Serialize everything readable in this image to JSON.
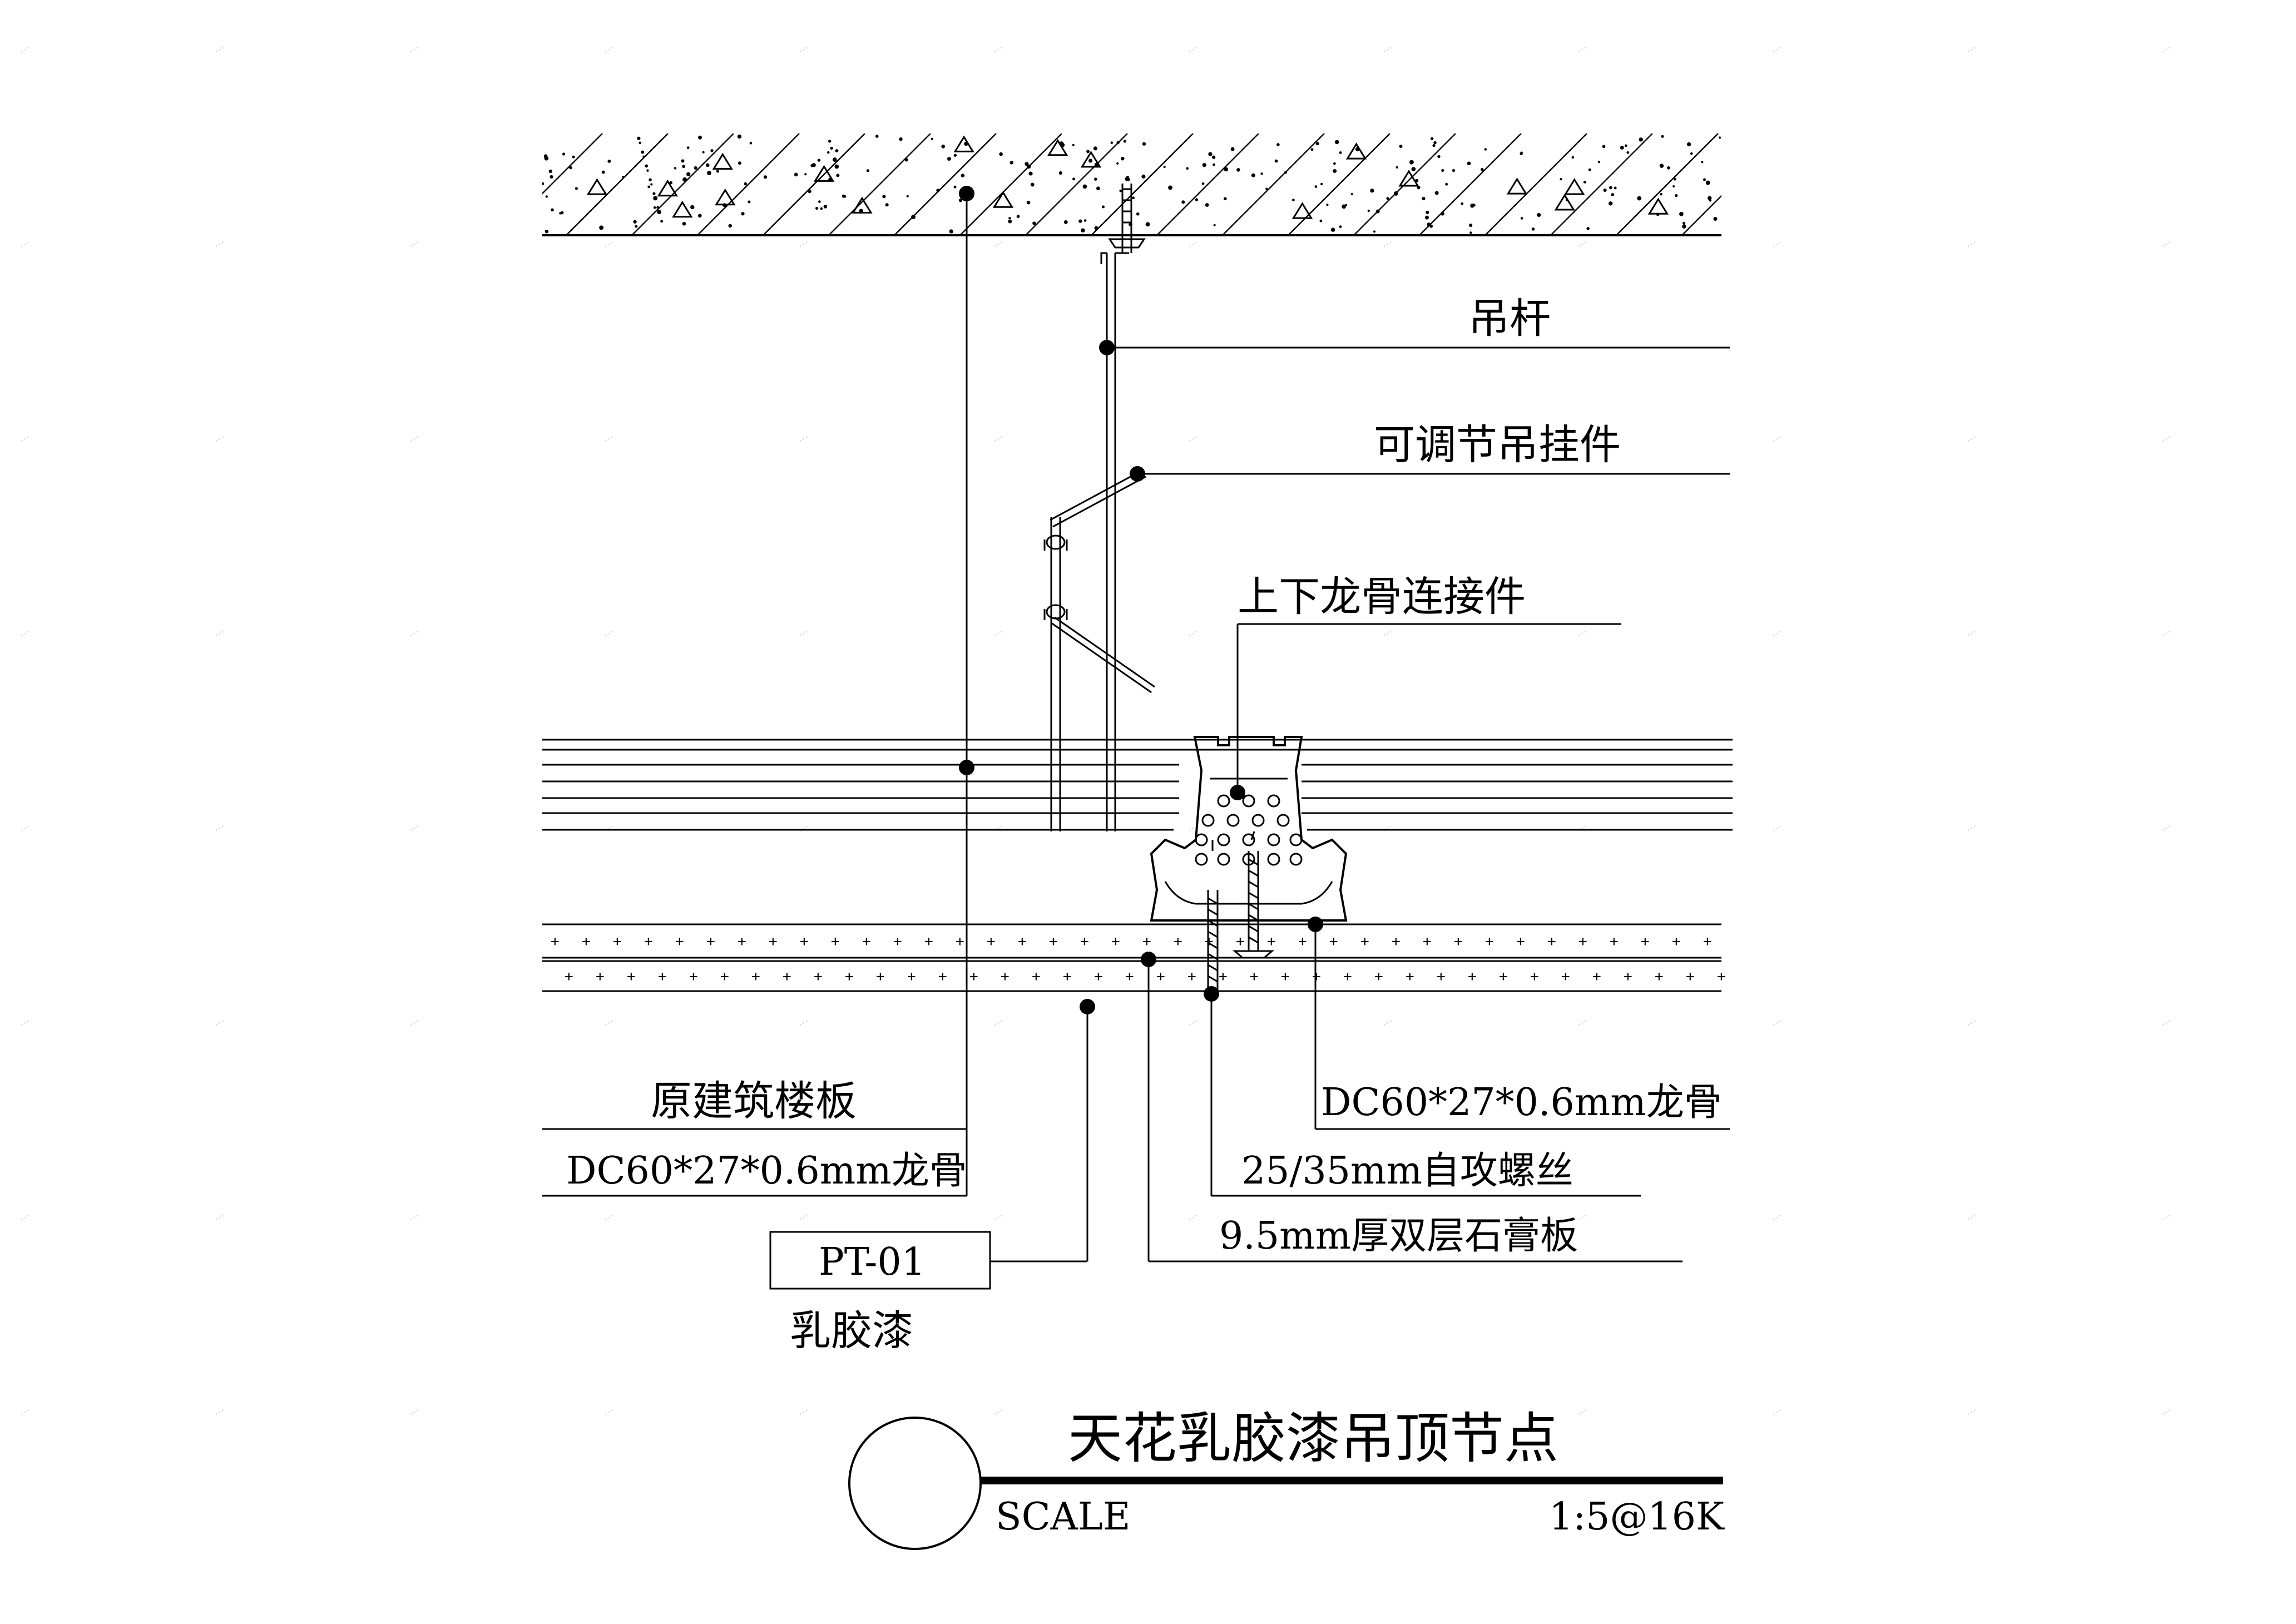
{
  "labels": {
    "hanger_rod": "吊杆",
    "adjustable_hanger": "可调节吊挂件",
    "connector": "上下龙骨连接件",
    "original_slab": "原建筑楼板",
    "keel_left": "DC60*27*0.6mm龙骨",
    "keel_right": "DC60*27*0.6mm龙骨",
    "screws": "25/35mm自攻螺丝",
    "gypsum_board": "9.5mm厚双层石膏板",
    "paint_code": "PT-01",
    "paint_name": "乳胶漆"
  },
  "title_block": {
    "title": "天花乳胶漆吊顶节点",
    "scale_label": "SCALE",
    "scale_value": "1:5@16K"
  }
}
